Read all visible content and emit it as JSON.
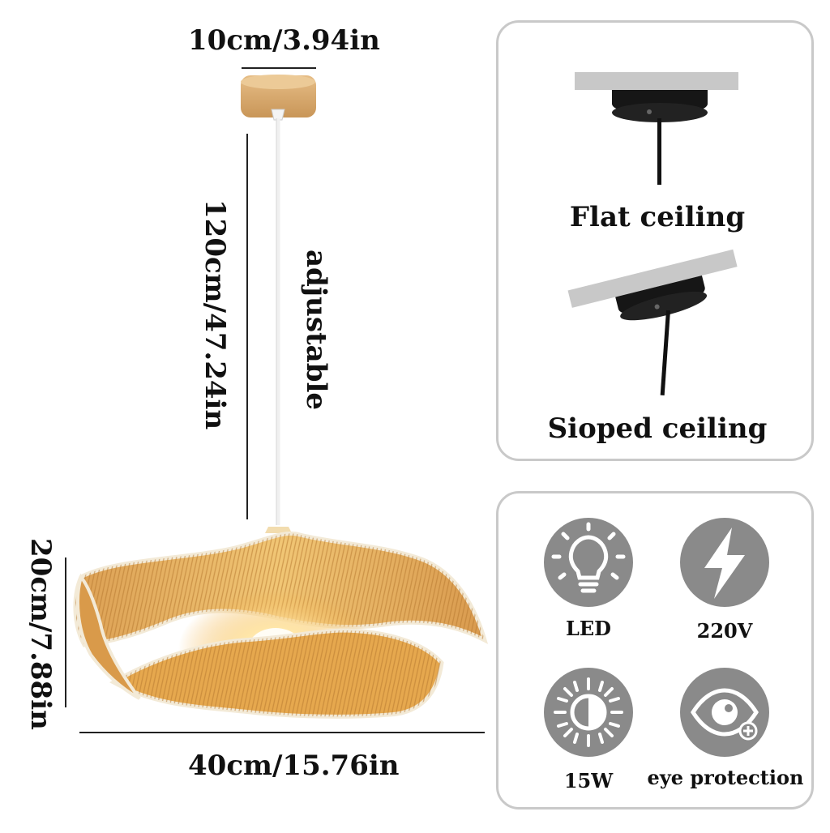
{
  "dimensions": {
    "canopy_width": "10cm/3.94in",
    "cord_length": "120cm/47.24in",
    "cord_note": "adjustable",
    "shade_height": "20cm/7.88in",
    "shade_width": "40cm/15.76in"
  },
  "mounting": {
    "flat_label": "Flat ceiling",
    "sloped_label": "Sioped ceiling"
  },
  "features": [
    {
      "icon": "led-bulb-icon",
      "label": "LED"
    },
    {
      "icon": "lightning-bolt-icon",
      "label": "220V"
    },
    {
      "icon": "brightness-sun-icon",
      "label": "15W"
    },
    {
      "icon": "eye-protection-icon",
      "label": "eye protection"
    }
  ],
  "colors": {
    "panel_border": "#c9c9c9",
    "icon_circle": "#8a8a8a",
    "rattan": "#e8b25a",
    "canopy": "#d9a86a"
  }
}
